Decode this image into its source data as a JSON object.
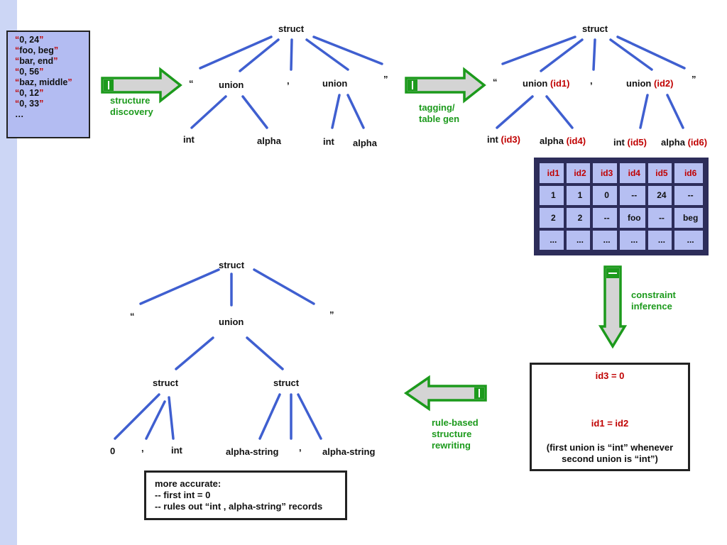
{
  "colors": {
    "edge": "#3f5fd0",
    "accent_red": "#c00000",
    "step_green": "#1c9a1c",
    "box_fill": "#b3bcf2",
    "sidebar": "#ccd6f5"
  },
  "input_records": [
    {
      "open": "“",
      "text": "0, 24",
      "close": "”"
    },
    {
      "open": "“",
      "text": "foo, beg",
      "close": "”"
    },
    {
      "open": "“",
      "text": "bar, end",
      "close": "”"
    },
    {
      "open": "“",
      "text": "0, 56",
      "close": "”"
    },
    {
      "open": "“",
      "text": "baz, middle",
      "close": "”"
    },
    {
      "open": "“",
      "text": "0, 12",
      "close": "”"
    },
    {
      "open": "“",
      "text": "0, 33",
      "close": "”"
    },
    {
      "open": "",
      "text": "…",
      "close": ""
    }
  ],
  "steps": {
    "structure_discovery": [
      "structure",
      "discovery"
    ],
    "tagging": [
      "tagging/",
      "table gen"
    ],
    "constraint_inference": [
      "constraint",
      "inference"
    ],
    "rewriting": [
      "rule-based",
      "structure",
      "rewriting"
    ]
  },
  "tree1": {
    "root": "struct",
    "open_quote": "“",
    "close_quote": "”",
    "comma": ",",
    "union1": "union",
    "union2": "union",
    "leaves": [
      "int",
      "alpha",
      "int",
      "alpha"
    ]
  },
  "tree2": {
    "root": "struct",
    "open_quote": "“",
    "close_quote": "”",
    "comma": ",",
    "union1": {
      "name": "union",
      "tag": "(id1)"
    },
    "union2": {
      "name": "union",
      "tag": "(id2)"
    },
    "leaves": [
      {
        "name": "int",
        "tag": "(id3)"
      },
      {
        "name": "alpha",
        "tag": "(id4)"
      },
      {
        "name": "int",
        "tag": "(id5)"
      },
      {
        "name": "alpha",
        "tag": "(id6)"
      }
    ]
  },
  "table": {
    "headers": [
      "id1",
      "id2",
      "id3",
      "id4",
      "id5",
      "id6"
    ],
    "rows": [
      [
        "1",
        "1",
        "0",
        "--",
        "24",
        "--"
      ],
      [
        "2",
        "2",
        "--",
        "foo",
        "--",
        "beg"
      ],
      [
        "...",
        "...",
        "...",
        "...",
        "...",
        "..."
      ]
    ]
  },
  "constraints": {
    "c1": "id3 = 0",
    "c2": "id1 = id2",
    "note": [
      "(first union is “int” whenever",
      "second union is “int”)"
    ]
  },
  "tree3": {
    "root": "struct",
    "open_quote": "“",
    "close_quote": "”",
    "union": "union",
    "struct_left": "struct",
    "struct_right": "struct",
    "left_leaves": [
      "0",
      ",",
      "int"
    ],
    "right_leaves": [
      "alpha-string",
      ",",
      "alpha-string"
    ]
  },
  "result_note": [
    "more accurate:",
    "-- first int = 0",
    "-- rules out “int , alpha-string” records"
  ]
}
